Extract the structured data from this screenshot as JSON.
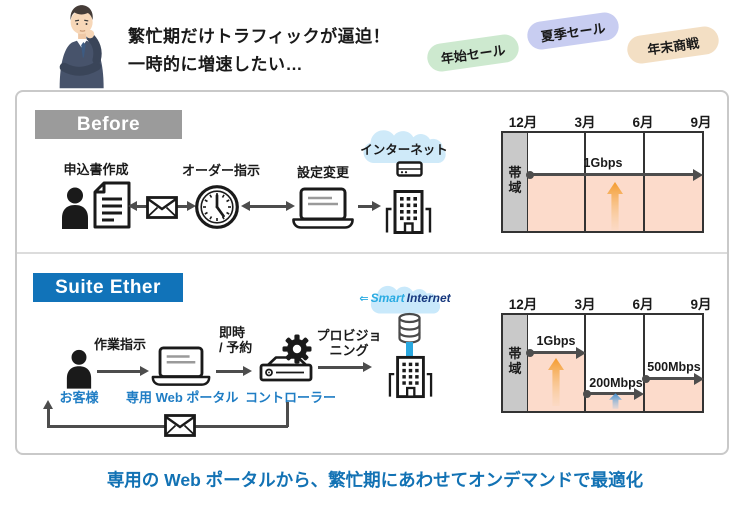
{
  "top": {
    "speech": [
      "繁忙期だけトラフィックが逼迫！",
      "一時的に増速したい…"
    ],
    "tags": [
      {
        "label": "年始セール"
      },
      {
        "label": "夏季セール"
      },
      {
        "label": "年末商戦"
      }
    ]
  },
  "before": {
    "title": "Before",
    "step_create": "申込書作成",
    "step_order": "オーダー指示",
    "step_config": "設定変更",
    "cloud": "インターネット"
  },
  "suite": {
    "title": "Suite Ether",
    "arrow1": "作業指示",
    "customer": "お客様",
    "portal": "専用 Web ポータル",
    "arrow2_line1": "即時",
    "arrow2_line2": "/ 予約",
    "controller": "コントローラー",
    "arrow3_line1": "プロビジョ",
    "arrow3_line2": "ニング",
    "logo": {
      "arrow_icon": "⇐",
      "smart": "Smart",
      "internet": "Internet"
    }
  },
  "footer": {
    "caption": "専用の Web ポータルから、繁忙期にあわせてオンデマンドで最適化"
  },
  "colors": {
    "suite_blue": "#1173b9",
    "caption_blue": "#1272b4",
    "before_gray": "#9b9b9b",
    "bandwidth_fill": "#fcdbcb",
    "band_axis_gray": "#c9c9c9",
    "arrow_dark": "#4d4d4d",
    "demand_orange": "#f49b2d",
    "demand_blue": "#3f8ccc",
    "tag_green": "#cde9cf",
    "tag_lavender": "#c8cdf1",
    "tag_tan": "#f3dfc4",
    "cloud_blue": "#cfeaf9",
    "connector_blue": "#29a8e0",
    "label_blue": "#1f7dc4"
  },
  "chart_data": [
    {
      "type": "area",
      "panel": "Before",
      "ylabel": "帯域",
      "x_ticks": [
        "12月",
        "3月",
        "6月",
        "9月"
      ],
      "segments": [
        {
          "from": "12月",
          "to": "9月",
          "value": "1Gbps"
        }
      ]
    },
    {
      "type": "area",
      "panel": "Suite Ether",
      "ylabel": "帯域",
      "x_ticks": [
        "12月",
        "3月",
        "6月",
        "9月"
      ],
      "segments": [
        {
          "from": "12月",
          "to": "3月",
          "value": "1Gbps"
        },
        {
          "from": "3月",
          "to": "6月",
          "value": "200Mbps"
        },
        {
          "from": "6月",
          "to": "9月",
          "value": "500Mbps"
        }
      ]
    }
  ]
}
